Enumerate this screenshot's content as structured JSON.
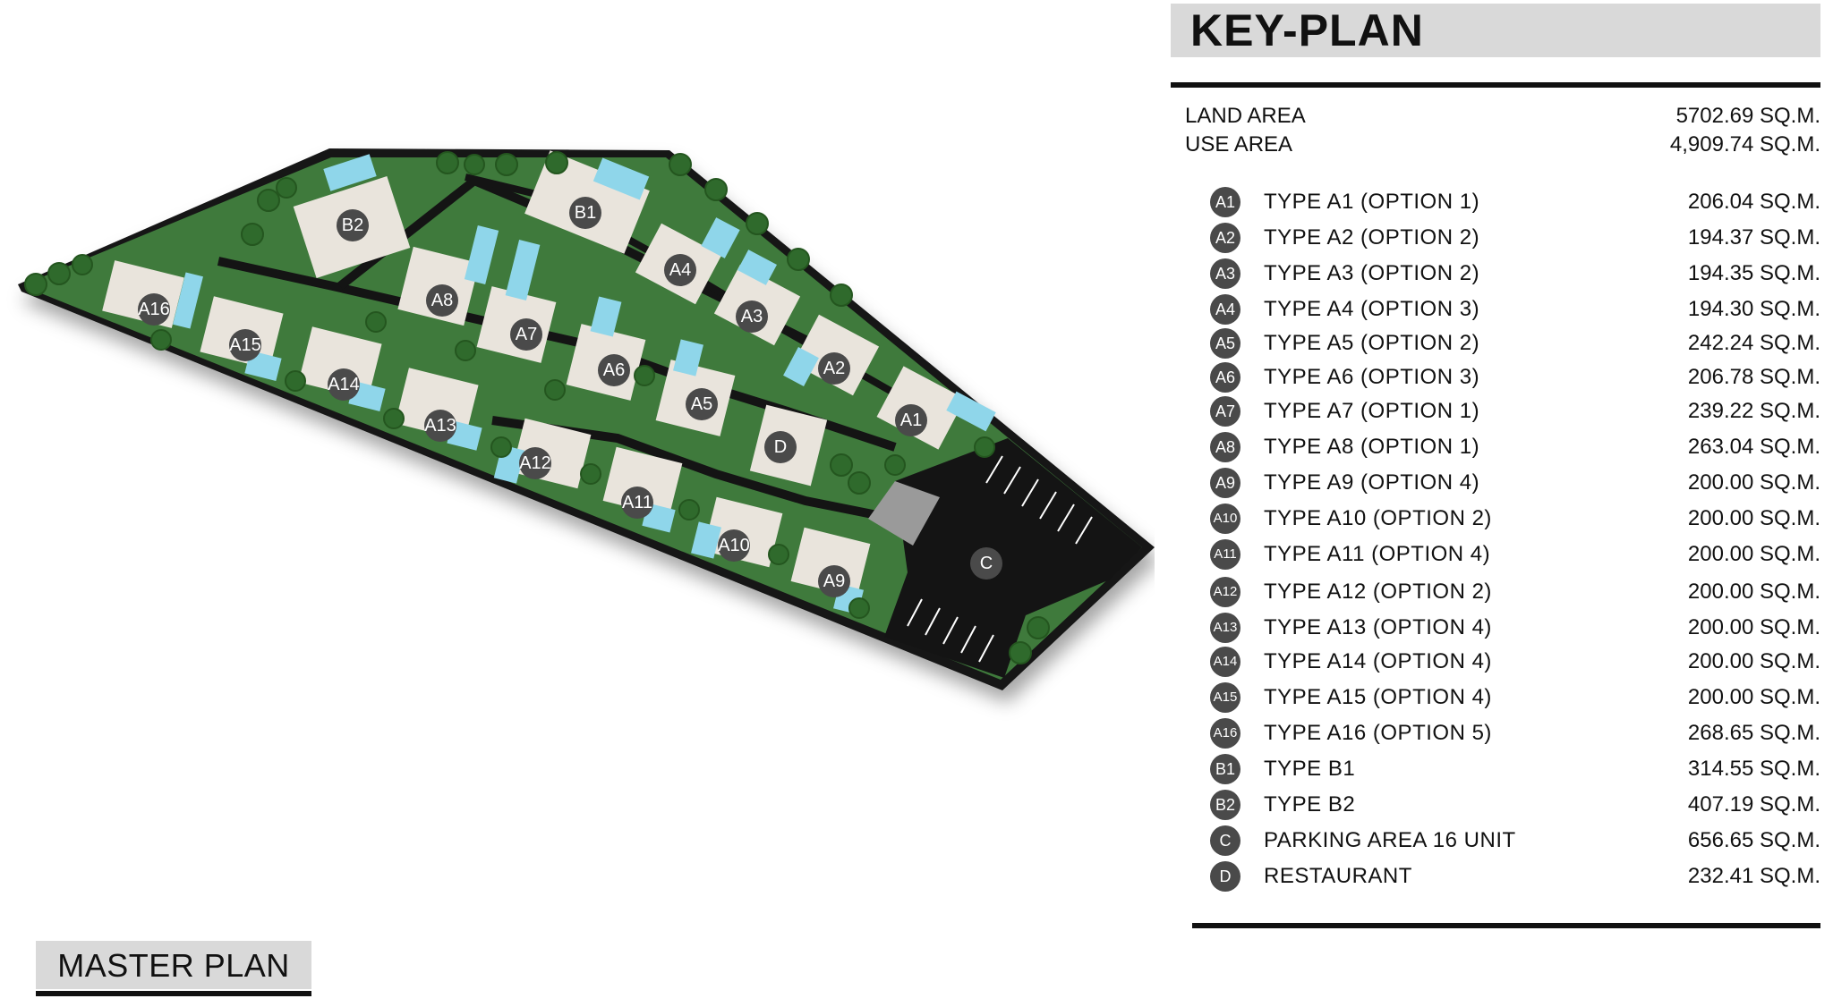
{
  "key_plan": {
    "title": "KEY-PLAN",
    "land_area_label": "LAND AREA",
    "land_area_value": "5702.69 SQ.M.",
    "use_area_label": "USE AREA",
    "use_area_value": "4,909.74 SQ.M.",
    "units": [
      {
        "code": "A1",
        "name": "TYPE A1 (OPTION 1)",
        "area": "206.04 SQ.M."
      },
      {
        "code": "A2",
        "name": "TYPE A2 (OPTION 2)",
        "area": "194.37  SQ.M."
      },
      {
        "code": "A3",
        "name": "TYPE A3 (OPTION 2)",
        "area": "194.35 SQ.M."
      },
      {
        "code": "A4",
        "name": "TYPE A4 (OPTION 3)",
        "area": "194.30 SQ.M."
      },
      {
        "code": "A5",
        "name": "TYPE A5 (OPTION 2)",
        "area": "242.24 SQ.M."
      },
      {
        "code": "A6",
        "name": "TYPE A6 (OPTION 3)",
        "area": "206.78 SQ.M."
      },
      {
        "code": "A7",
        "name": "TYPE A7 (OPTION 1)",
        "area": "239.22 SQ.M."
      },
      {
        "code": "A8",
        "name": "TYPE A8 (OPTION 1)",
        "area": "263.04 SQ.M."
      },
      {
        "code": "A9",
        "name": "TYPE A9 (OPTION 4)",
        "area": "200.00 SQ.M."
      },
      {
        "code": "A10",
        "name": "TYPE A10 (OPTION 2)",
        "area": "200.00 SQ.M."
      },
      {
        "code": "A11",
        "name": "TYPE A11 (OPTION 4)",
        "area": "200.00 SQ.M."
      },
      {
        "code": "A12",
        "name": "TYPE A12 (OPTION 2)",
        "area": "200.00 SQ.M."
      },
      {
        "code": "A13",
        "name": "TYPE A13 (OPTION 4)",
        "area": "200.00 SQ.M."
      },
      {
        "code": "A14",
        "name": "TYPE A14 (OPTION 4)",
        "area": "200.00 SQ.M."
      },
      {
        "code": "A15",
        "name": "TYPE A15 (OPTION 4)",
        "area": "200.00 SQ.M."
      },
      {
        "code": "A16",
        "name": "TYPE A16 (OPTION 5)",
        "area": "268.65 SQ.M."
      },
      {
        "code": "B1",
        "name": "TYPE B1",
        "area": "314.55 SQ.M."
      },
      {
        "code": "B2",
        "name": "TYPE B2",
        "area": "407.19 SQ.M."
      },
      {
        "code": "C",
        "name": "PARKING AREA 16 UNIT",
        "area": "656.65 SQ.M."
      },
      {
        "code": "D",
        "name": "RESTAURANT",
        "area": "232.41 SQ.M."
      }
    ]
  },
  "master_plan": {
    "title": "MASTER PLAN",
    "markers": [
      "A1",
      "A2",
      "A3",
      "A4",
      "A5",
      "A6",
      "A7",
      "A8",
      "A9",
      "A10",
      "A11",
      "A12",
      "A13",
      "A14",
      "A15",
      "A16",
      "B1",
      "B2",
      "C",
      "D"
    ]
  },
  "colors": {
    "grass": "#3f7a3c",
    "tree": "#2f6a2c",
    "road": "#141414",
    "pool": "#8fd6ea",
    "villa": "#e9e4dc",
    "marker": "#4a4a4a",
    "header_bg": "#d9d9d9"
  }
}
